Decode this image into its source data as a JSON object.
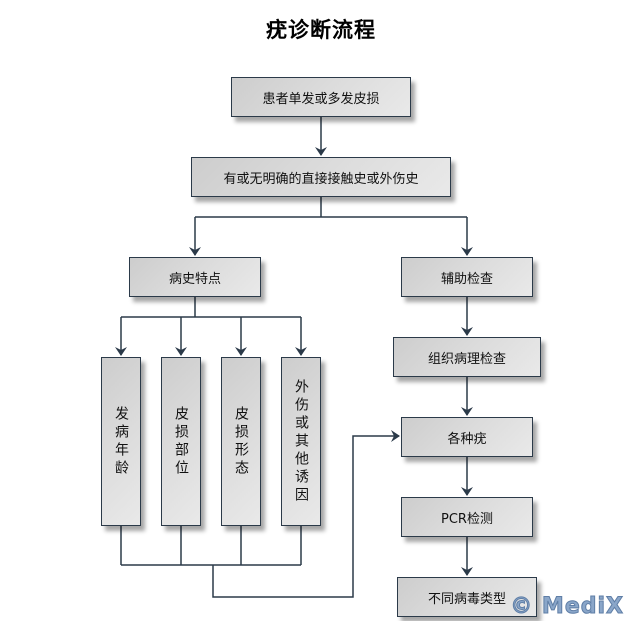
{
  "title": "疣诊断流程",
  "nodes": {
    "start": "患者单发或多发皮损",
    "contact_history": "有或无明确的直接接触史或外伤史",
    "history_features": "病史特点",
    "auxiliary_exam": "辅助检查",
    "onset_age": "发病年龄",
    "lesion_site": "皮损部位",
    "lesion_morphology": "皮损形态",
    "trauma_or_other": "外伤或其他诱因",
    "histopathology": "组织病理检查",
    "wart_types": "各种疣",
    "pcr_test": "PCR检测",
    "virus_types": "不同病毒类型"
  },
  "watermark": "© MediX",
  "colors": {
    "line": "#2b3a49",
    "box_fill_start": "#cdcdcd",
    "box_fill_end": "#e9e9e9",
    "watermark": "#8aa6c9"
  }
}
